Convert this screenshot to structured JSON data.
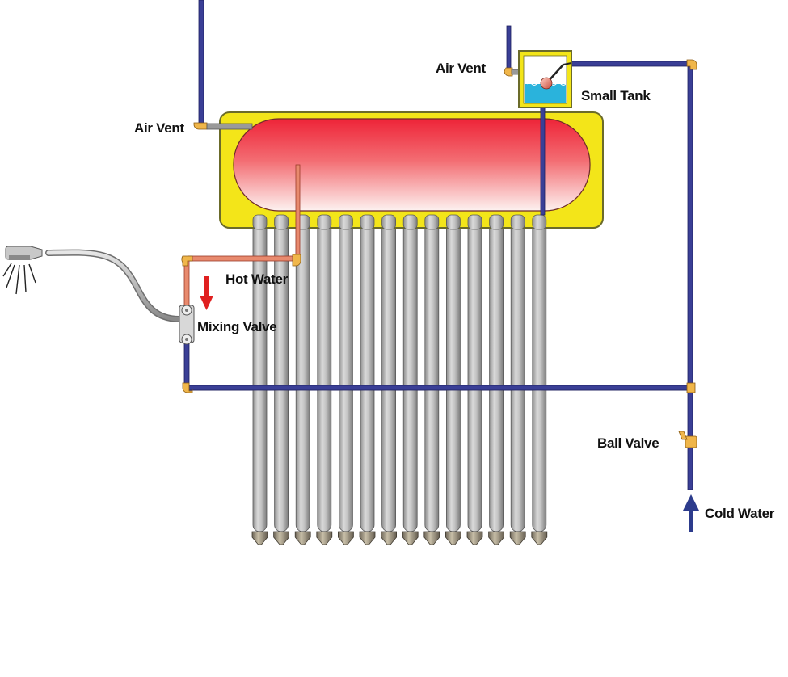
{
  "labels": {
    "air_vent_left": "Air Vent",
    "air_vent_top": "Air Vent",
    "small_tank": "Small Tank",
    "hot_water": "Hot Water",
    "mixing_valve": "Mixing Valve",
    "ball_valve": "Ball Valve",
    "cold_water": "Cold Water"
  },
  "tube_count": 14,
  "colors": {
    "cold_pipe": "#3a3f96",
    "hot_pipe": "#e88a6e",
    "tank_hot": "#ee2a3c",
    "tank_shell": "#f3e519",
    "tank_outline": "#6b6b2a",
    "small_tank_water": "#2ab3dc",
    "fitting": "#f0b64a",
    "tube": "#b4b4b4",
    "arrow_hot": "#e02020",
    "arrow_cold": "#2c3b8c"
  }
}
